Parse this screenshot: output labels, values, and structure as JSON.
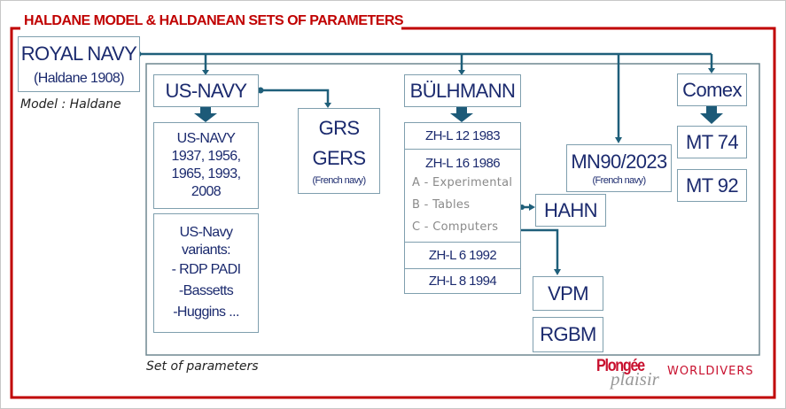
{
  "title": "HALDANE MODEL & HALDANEAN SETS OF PARAMETERS",
  "royal_navy": {
    "name": "ROYAL NAVY",
    "sub": "(Haldane 1908)"
  },
  "model_label": "Model : Haldane",
  "set_label": "Set of parameters",
  "us_navy": {
    "name": "US-NAVY",
    "versions": [
      "US-NAVY",
      "1937, 1956,",
      "1965, 1993,",
      "2008"
    ],
    "variants": [
      "US-Navy",
      "variants:",
      "- RDP PADI",
      "-Bassetts",
      "-Huggins ..."
    ]
  },
  "grs": {
    "lines": [
      "GRS",
      "GERS"
    ],
    "sub": "(French navy)"
  },
  "buhlmann": {
    "name": "BÜLHMANN",
    "rows": [
      "ZH-L 12 1983",
      "ZH-L 16 1986",
      "A - Experimental",
      "B - Tables",
      "C - Computers",
      "ZH-L 6 1992",
      "ZH-L 8 1994"
    ]
  },
  "hahn": "HAHN",
  "vpm": "VPM",
  "rgbm": "RGBM",
  "mn90": {
    "name": "MN90/2023",
    "sub": "(French navy)"
  },
  "comex": {
    "name": "Comex",
    "items": [
      "MT 74",
      "MT 92"
    ]
  },
  "logos": {
    "plongee": "Plongée",
    "plaisir": "plaisir",
    "worldivers": "WORLDIVERS"
  },
  "colors": {
    "frame": "#c00000",
    "line": "#1f5f7a",
    "text": "#1b2a6e"
  }
}
